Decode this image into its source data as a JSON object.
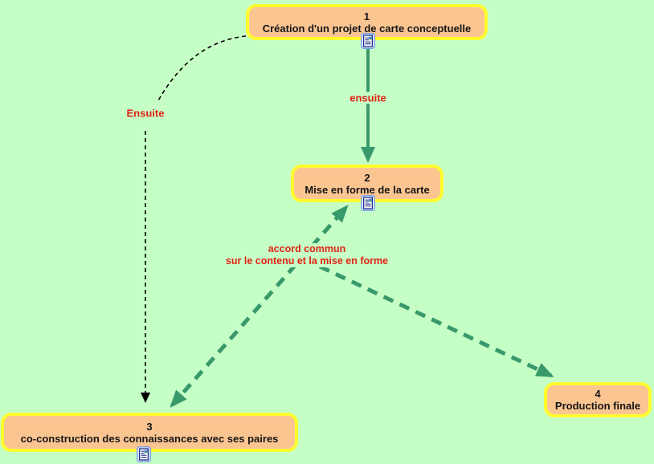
{
  "canvas": {
    "background": "#C6FFC6"
  },
  "colors": {
    "node_fill": "#FBC592",
    "node_border": "#FFFB2E",
    "node_text": "#151515",
    "link_green": "#38996B",
    "link_black": "#000000",
    "label_red": "#E02316"
  },
  "nodes": [
    {
      "number": "1",
      "label": "Création d'un projet de carte conceptuelle",
      "resource_icon": "document-icon"
    },
    {
      "number": "2",
      "label": "Mise en forme de la carte",
      "resource_icon": "document-icon"
    },
    {
      "number": "3",
      "label": "co-construction des connaissances avec ses paires",
      "resource_icon": "document-icon"
    },
    {
      "number": "4",
      "label": "Production finale",
      "resource_icon": null
    }
  ],
  "links": [
    {
      "label": "ensuite",
      "style": "solid-green-arrow",
      "from": "1",
      "to": "2"
    },
    {
      "label": "Ensuite",
      "style": "dashed-black-arrow",
      "from": "1",
      "to": "3"
    },
    {
      "label_line1": "accord commun",
      "label_line2": "sur le contenu et la mise en forme",
      "style": "dashed-green-arrows",
      "connects": [
        "2",
        "3",
        "4"
      ]
    }
  ]
}
